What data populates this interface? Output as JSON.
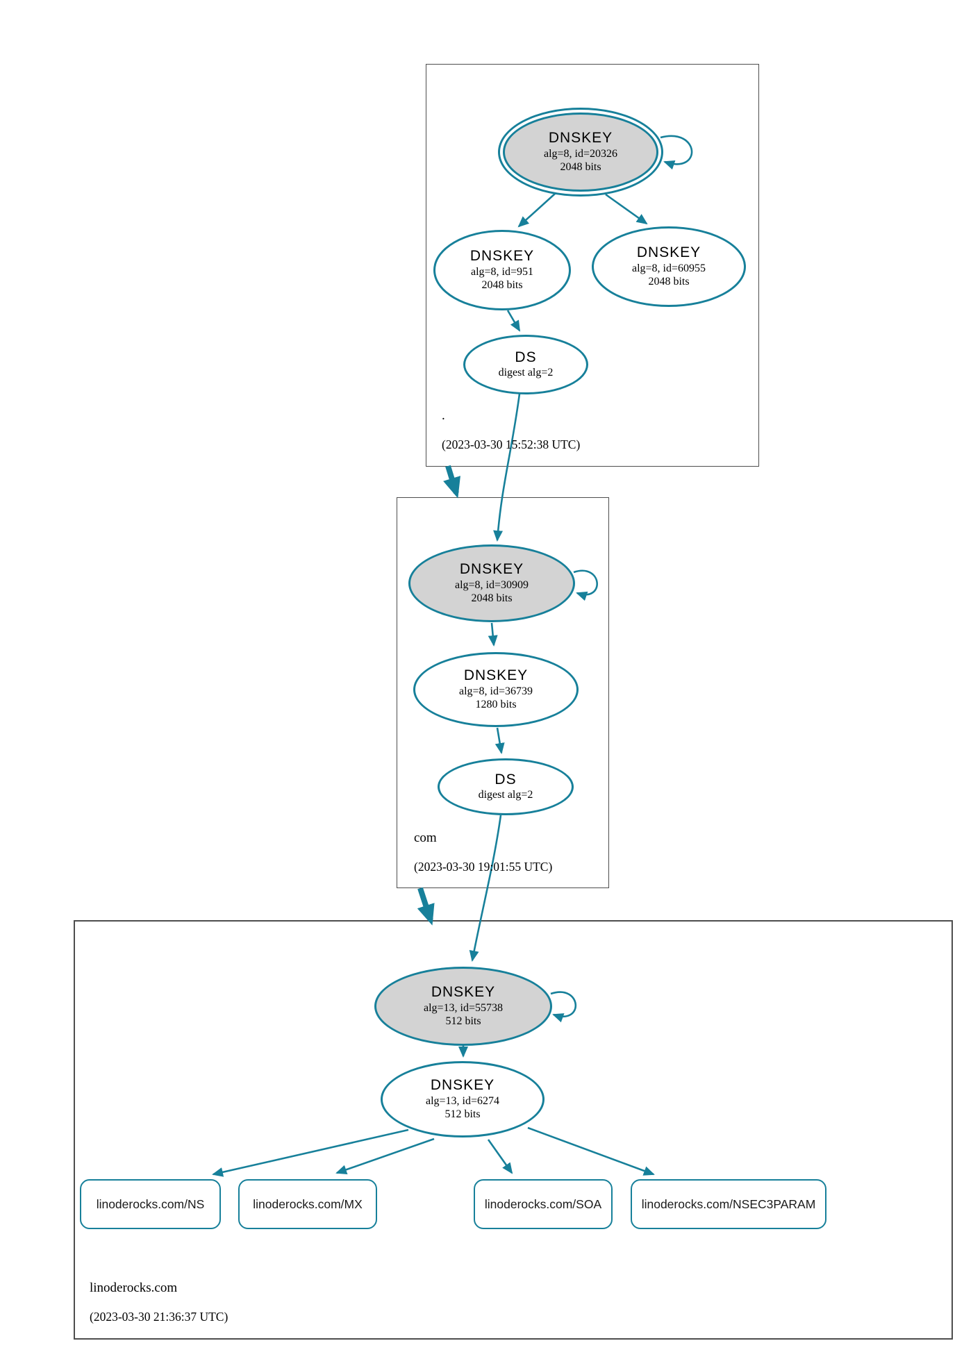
{
  "diagram_title": "DNSSEC authentication chain",
  "colors": {
    "edge": "#17809a",
    "node_border": "#17809a",
    "ksk_fill": "#d3d3d3",
    "box_border": "#4d4d4d"
  },
  "zones": [
    {
      "name": ".",
      "timestamp": "(2023-03-30 15:52:38 UTC)",
      "nodes": [
        {
          "title": "DNSKEY",
          "detail1": "alg=8, id=20326",
          "detail2": "2048 bits"
        },
        {
          "title": "DNSKEY",
          "detail1": "alg=8, id=951",
          "detail2": "2048 bits"
        },
        {
          "title": "DNSKEY",
          "detail1": "alg=8, id=60955",
          "detail2": "2048 bits"
        },
        {
          "title": "DS",
          "detail1": "digest alg=2"
        }
      ]
    },
    {
      "name": "com",
      "timestamp": "(2023-03-30 19:01:55 UTC)",
      "nodes": [
        {
          "title": "DNSKEY",
          "detail1": "alg=8, id=30909",
          "detail2": "2048 bits"
        },
        {
          "title": "DNSKEY",
          "detail1": "alg=8, id=36739",
          "detail2": "1280 bits"
        },
        {
          "title": "DS",
          "detail1": "digest alg=2"
        }
      ]
    },
    {
      "name": "linoderocks.com",
      "timestamp": "(2023-03-30 21:36:37 UTC)",
      "nodes": [
        {
          "title": "DNSKEY",
          "detail1": "alg=13, id=55738",
          "detail2": "512 bits"
        },
        {
          "title": "DNSKEY",
          "detail1": "alg=13, id=6274",
          "detail2": "512 bits"
        }
      ],
      "rrsets": [
        "linoderocks.com/NS",
        "linoderocks.com/MX",
        "linoderocks.com/SOA",
        "linoderocks.com/NSEC3PARAM"
      ]
    }
  ]
}
